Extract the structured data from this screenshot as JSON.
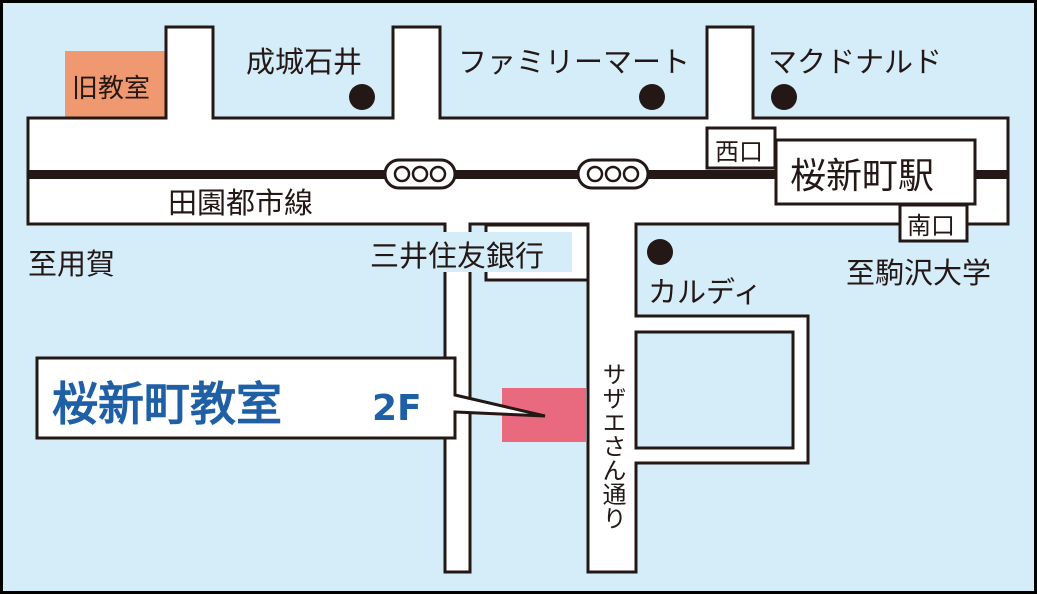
{
  "colors": {
    "background": "#d5ecf9",
    "road": "#ffffff",
    "outline": "#231815",
    "old_classroom": "#f0986f",
    "classroom_marker": "#e96a7e",
    "title_text": "#1e5fa6"
  },
  "labels": {
    "old_classroom": "旧教室",
    "seijo_ishii": "成城石井",
    "familymart": "ファミリーマート",
    "mcdonalds": "マクドナルド",
    "rail_line": "田園都市線",
    "station": "桜新町駅",
    "west_exit": "西口",
    "south_exit": "南口",
    "to_yoga": "至用賀",
    "smbc": "三井住友銀行",
    "kaldi": "カルディ",
    "to_komazawa": "至駒沢大学",
    "sazae_street": "サザエさん通り",
    "classroom": "桜新町教室",
    "floor": "2F"
  }
}
